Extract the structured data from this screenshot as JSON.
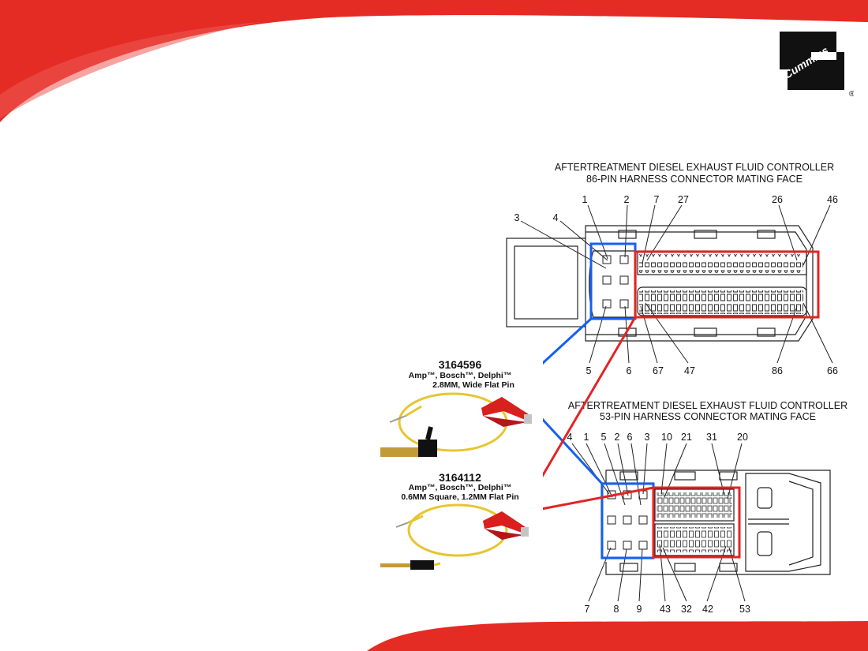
{
  "brand": {
    "name": "Cummins",
    "registered_mark": "®",
    "colors": {
      "primary_red": "#e42b24",
      "logo_black": "#111111"
    }
  },
  "connector_86": {
    "title_line1": "AFTERTREATMENT DIESEL EXHAUST FLUID CONTROLLER",
    "title_line2": "86-PIN HARNESS CONNECTOR MATING FACE",
    "pin_labels": {
      "top": [
        "1",
        "2",
        "7",
        "27",
        "26",
        "46"
      ],
      "left": [
        "3",
        "4"
      ],
      "bottom": [
        "5",
        "6",
        "67",
        "47",
        "86",
        "66"
      ]
    }
  },
  "connector_53": {
    "title_line1": "AFTERTREATMENT DIESEL EXHAUST FLUID CONTROLLER",
    "title_line2": "53-PIN HARNESS CONNECTOR MATING FACE",
    "pin_labels": {
      "top": [
        "4",
        "1",
        "5",
        "2",
        "6",
        "3",
        "10",
        "21",
        "31",
        "20"
      ],
      "bottom": [
        "7",
        "8",
        "9",
        "43",
        "32",
        "42",
        "53"
      ]
    }
  },
  "test_leads": [
    {
      "part_number": "3164596",
      "line1": "Amp™, Bosch™, Delphi™",
      "line2": "2.8MM, Wide Flat Pin"
    },
    {
      "part_number": "3164112",
      "line1": "Amp™, Bosch™, Delphi™",
      "line2": "0.6MM Square, 1.2MM Flat Pin"
    }
  ],
  "highlight_colors": {
    "blue": "#1560f0",
    "red": "#e42424"
  }
}
